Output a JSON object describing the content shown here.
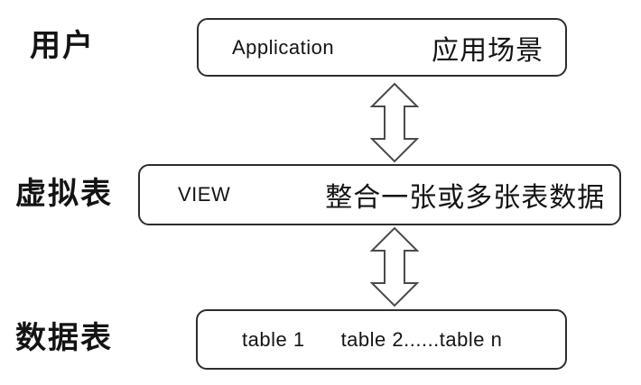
{
  "diagram": {
    "rows": [
      {
        "label": "用户",
        "box": {
          "left_text": "Application",
          "right_text": "应用场景"
        }
      },
      {
        "label": "虚拟表",
        "box": {
          "left_text": "VIEW",
          "right_text": "整合一张或多张表数据"
        }
      },
      {
        "label": "数据表",
        "box": {
          "left_text": "table 1",
          "right_text": "table 2......table n"
        }
      }
    ],
    "arrows": [
      {
        "name": "double-arrow-user-view"
      },
      {
        "name": "double-arrow-view-table"
      }
    ],
    "colors": {
      "background": "#ffffff",
      "box_border": "#2d2d2d",
      "text": "#141414",
      "arrow_stroke": "#4a4a4a",
      "arrow_fill": "#ffffff"
    }
  }
}
